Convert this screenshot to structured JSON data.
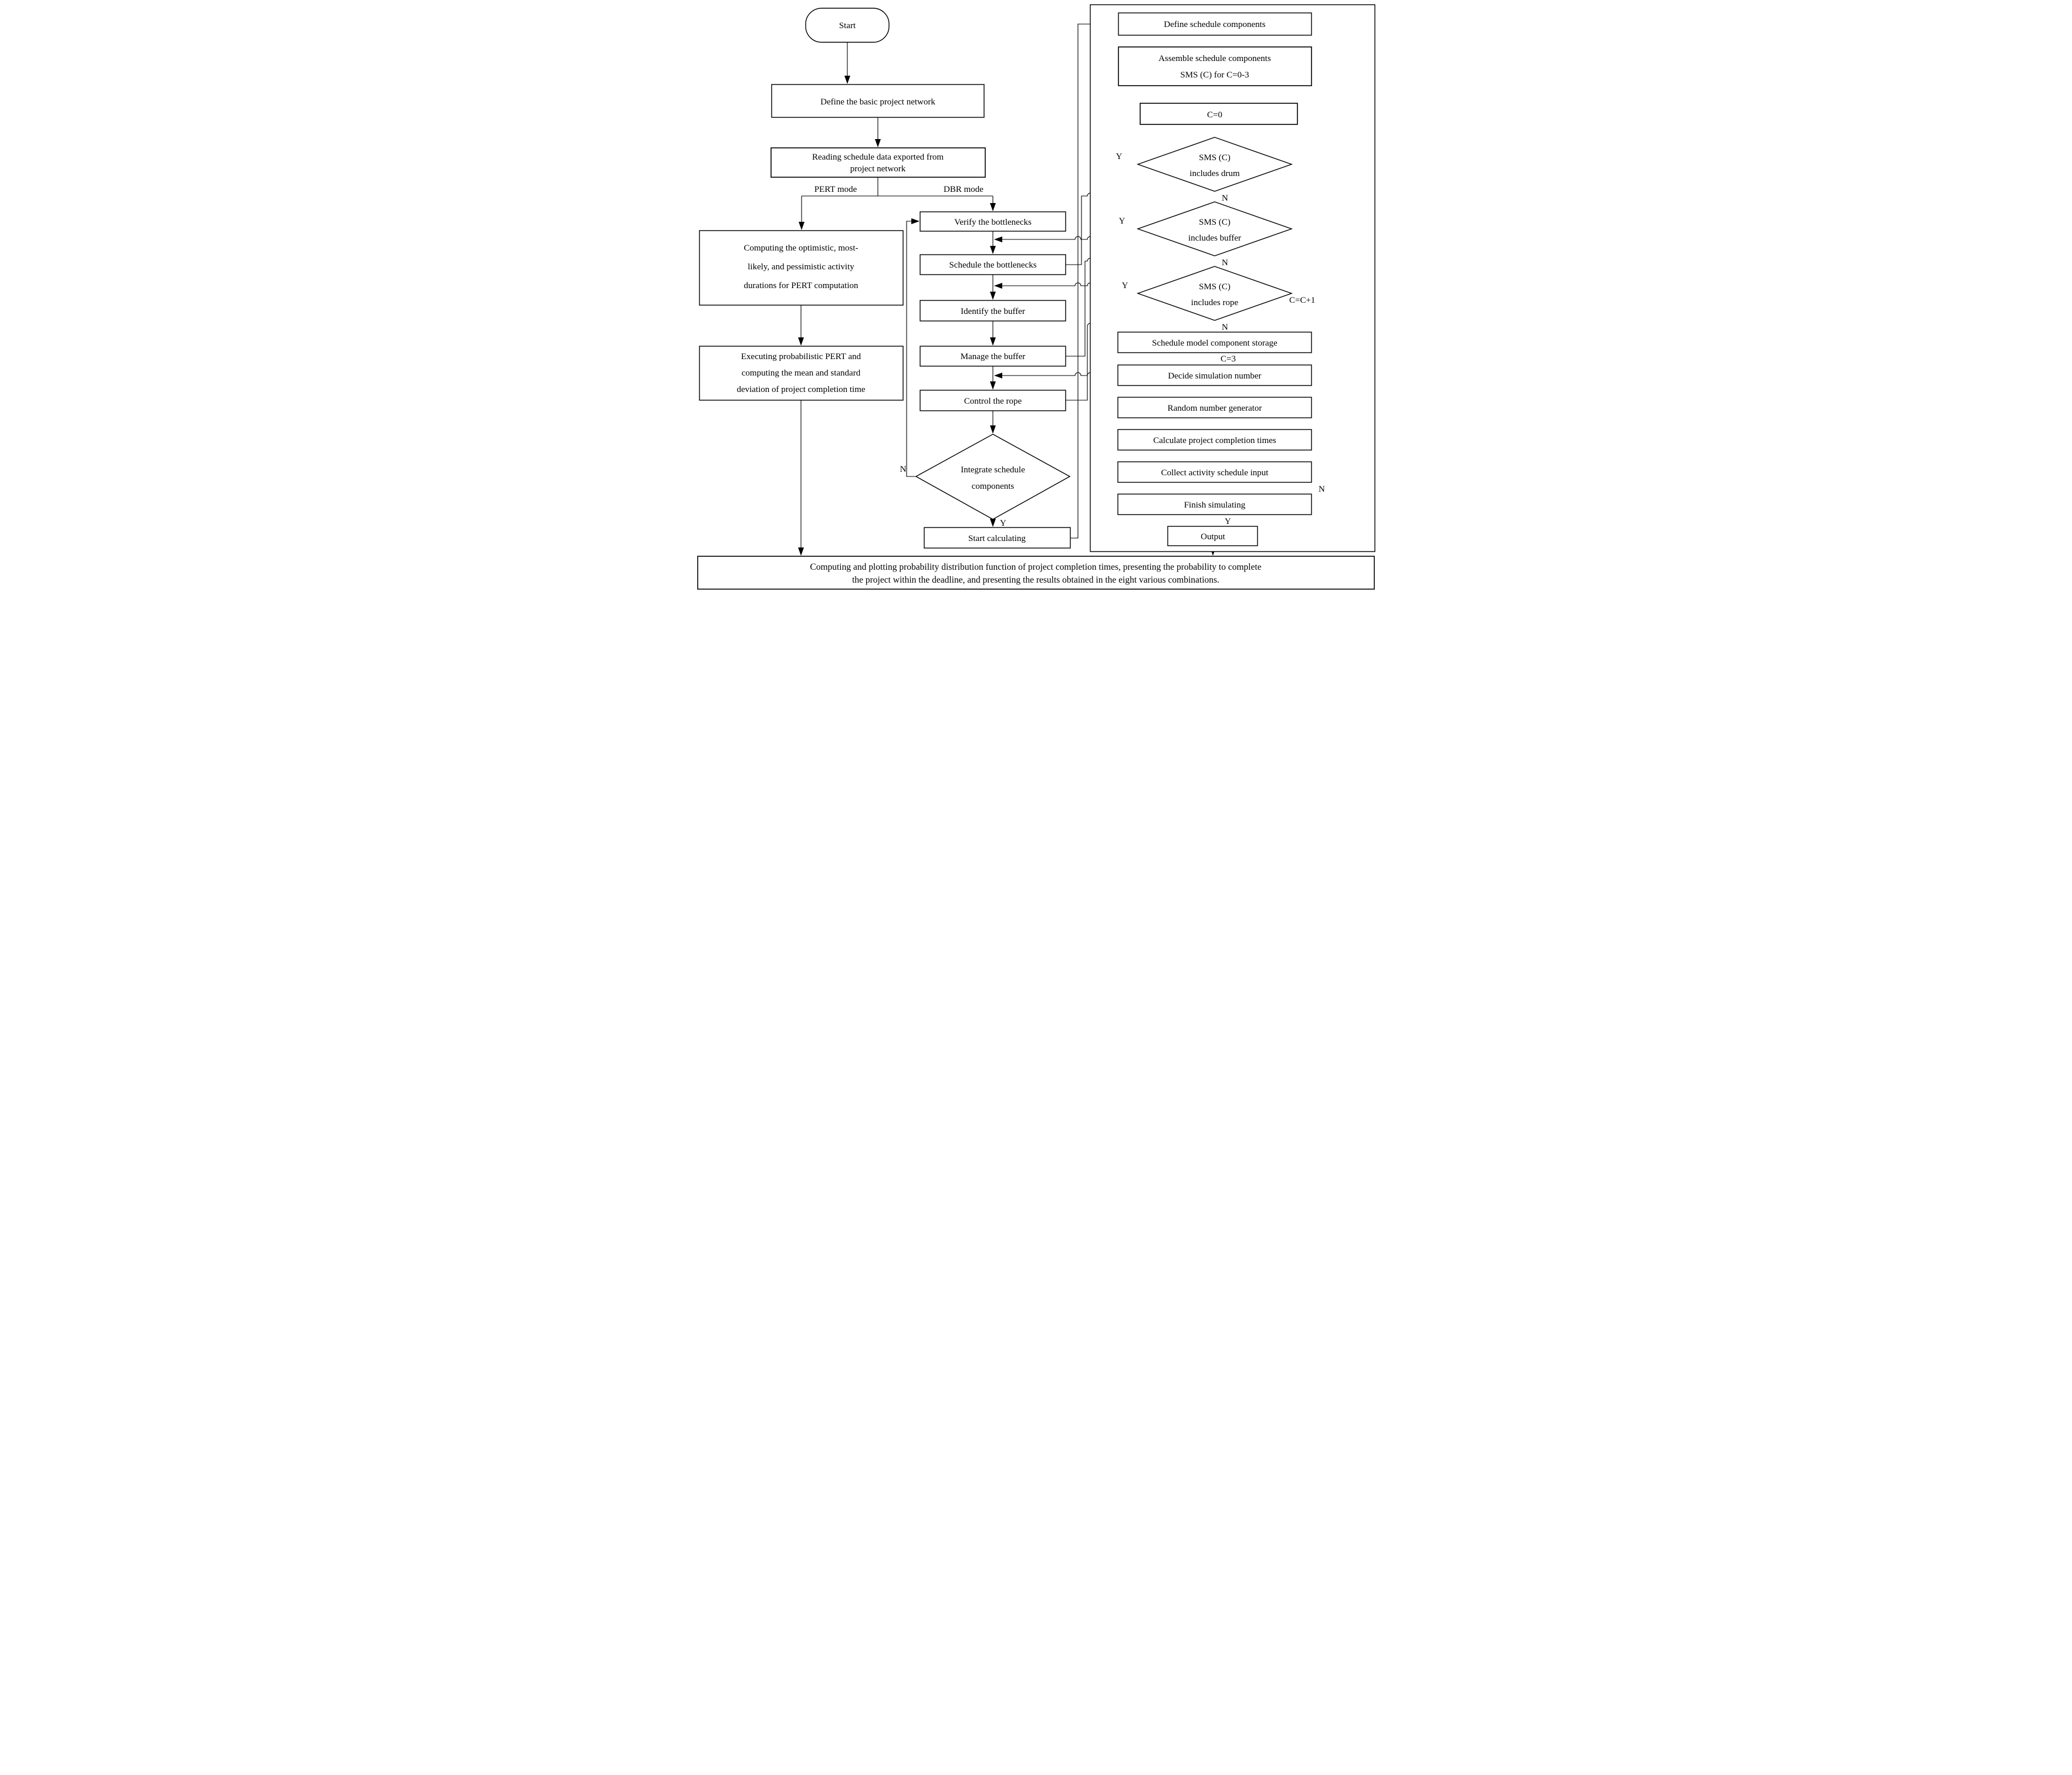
{
  "diagram": {
    "colors": {
      "stroke": "#000000",
      "background": "#ffffff",
      "text": "#000000"
    },
    "labels": {
      "yes": "Y",
      "no": "N",
      "pert_mode": "PERT mode",
      "dbr_mode": "DBR mode",
      "c_increment": "C=C+1",
      "c_three": "C=3"
    },
    "pert": {
      "start": "Start",
      "define_basic": "Define the basic project network",
      "reading_l1": "Reading schedule data exported from",
      "reading_l2": "project network",
      "computing_l1": "Computing the optimistic, most-",
      "computing_l2": "likely, and pessimistic activity",
      "computing_l3": "durations for PERT computation",
      "executing_l1": "Executing probabilistic PERT and",
      "executing_l2": "computing the mean and standard",
      "executing_l3": "deviation of project completion time"
    },
    "dbr": {
      "verify": "Verify the bottlenecks",
      "schedule": "Schedule the bottlenecks",
      "identify": "Identify the buffer",
      "manage": "Manage the buffer",
      "control": "Control the rope",
      "integrate_l1": "Integrate schedule",
      "integrate_l2": "components",
      "start_calculating": "Start calculating"
    },
    "simulation": {
      "define_components": "Define schedule components",
      "assemble_l1": "Assemble schedule components",
      "assemble_l2": "SMS (C) for C=0-3",
      "c_zero": "C=0",
      "sms": "SMS (C)",
      "drum_l2": "includes drum",
      "buffer_l2": "includes buffer",
      "rope_l2": "includes rope",
      "storage": "Schedule model component storage",
      "decide": "Decide simulation number",
      "random": "Random number generator",
      "calculate": "Calculate project completion times",
      "collect": "Collect activity schedule input",
      "finish": "Finish simulating",
      "output": "Output"
    },
    "footer": {
      "l1": "Computing and plotting probability distribution function of project completion times, presenting the probability to complete",
      "l2": "the project within the deadline, and presenting the results obtained in the eight various combinations."
    }
  }
}
